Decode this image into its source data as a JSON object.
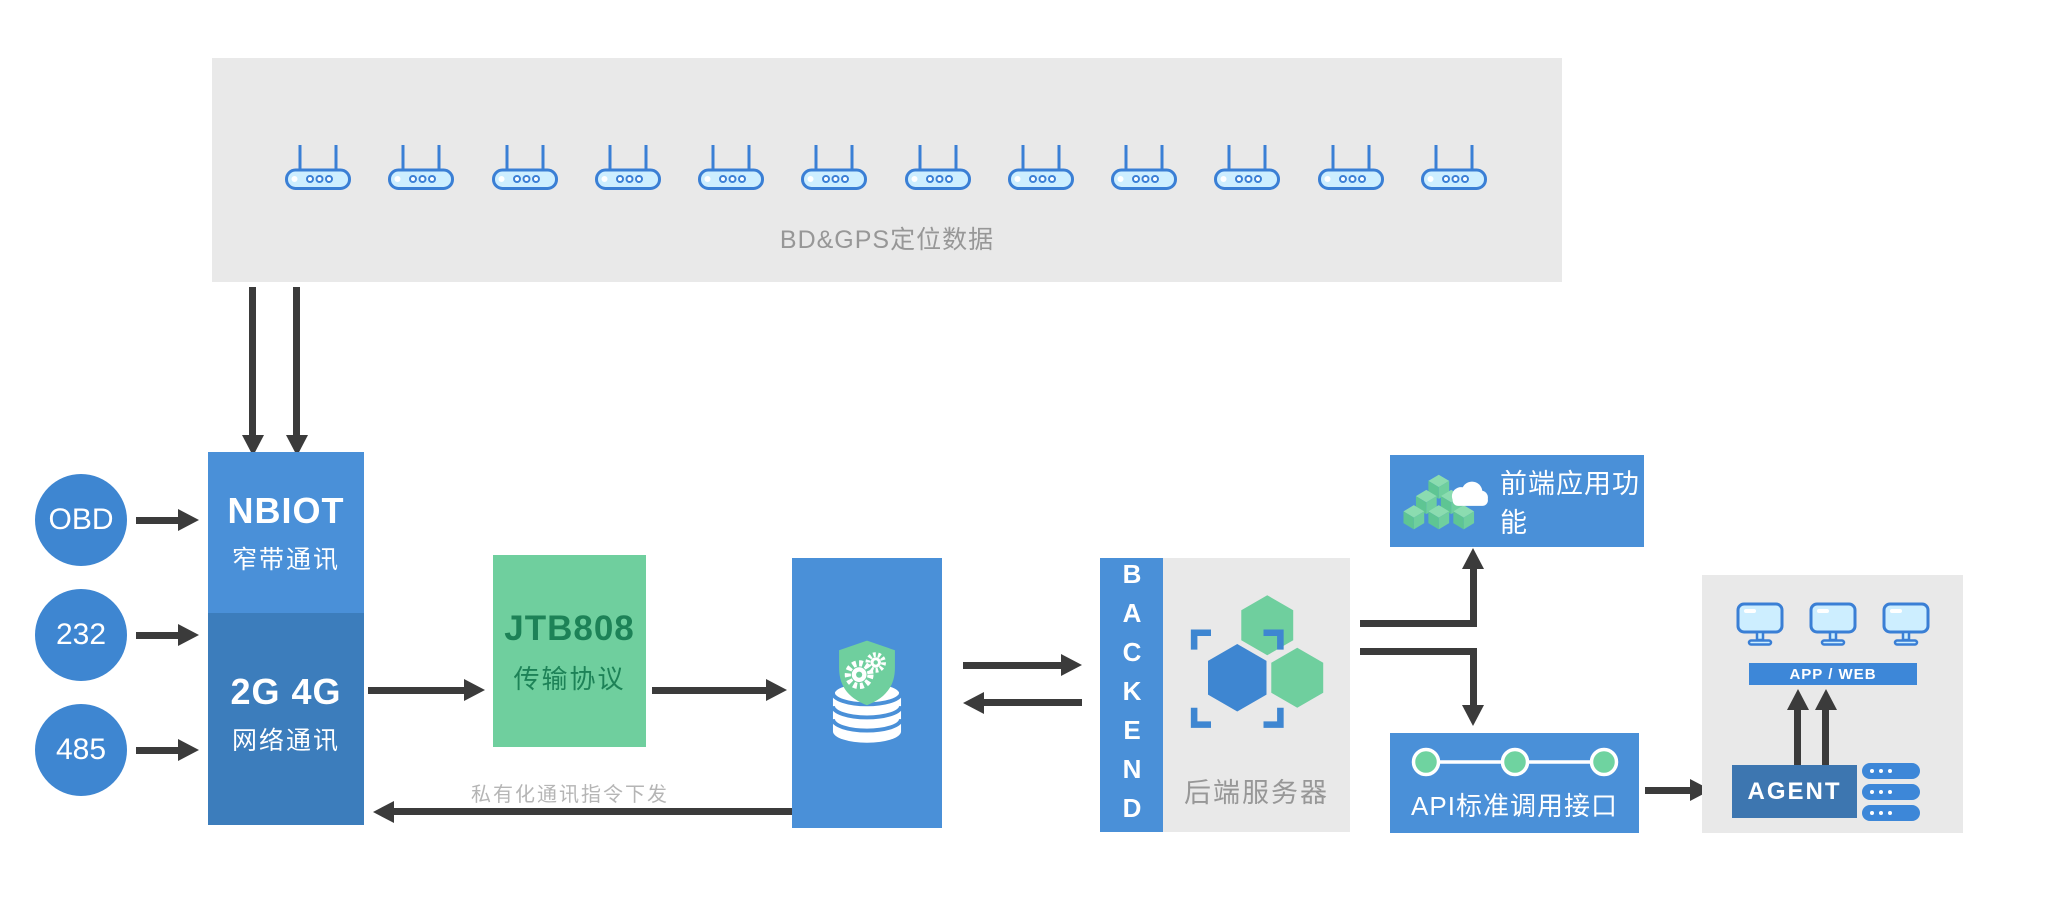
{
  "colors": {
    "blue_primary": "#4a90d8",
    "blue_dark": "#3c7dbc",
    "blue_agent": "#3d76b0",
    "blue_circle": "#3e86d1",
    "bar_blue": "#3d87d8",
    "green": "#6fcf9e",
    "green_dark": "#1d8257",
    "gray_panel": "#e9e9e9",
    "arrow": "#3b3b3b",
    "text_gray": "#979797",
    "text_gray_light": "#b5b5b5",
    "icon_blue": "#3a7fd5",
    "icon_blue_fill": "#cdeeff"
  },
  "icons": [
    "wireless-router-icon",
    "shield-database-icon",
    "hexagon-cluster-icon",
    "cubes-cloud-icon",
    "timeline-icon",
    "monitor-icon",
    "server-stack-icon",
    "cloud-icon"
  ],
  "top_panel": {
    "label": "BD&GPS定位数据",
    "device_count": 12
  },
  "inputs": [
    {
      "label": "OBD"
    },
    {
      "label": "232"
    },
    {
      "label": "485"
    }
  ],
  "comm_module": {
    "top_title": "NBIOT",
    "top_subtitle": "窄带通讯",
    "bottom_title": "2G 4G",
    "bottom_subtitle": "网络通讯"
  },
  "protocol": {
    "title": "JTB808",
    "subtitle": "传输协议"
  },
  "downlink_label": "私有化通讯指令下发",
  "backend": {
    "vertical_label": "BACKEND",
    "server_label": "后端服务器"
  },
  "frontend": {
    "label": "前端应用功能"
  },
  "api": {
    "label": "API标准调用接口"
  },
  "client": {
    "bar_label": "APP / WEB",
    "agent_label": "AGENT"
  }
}
